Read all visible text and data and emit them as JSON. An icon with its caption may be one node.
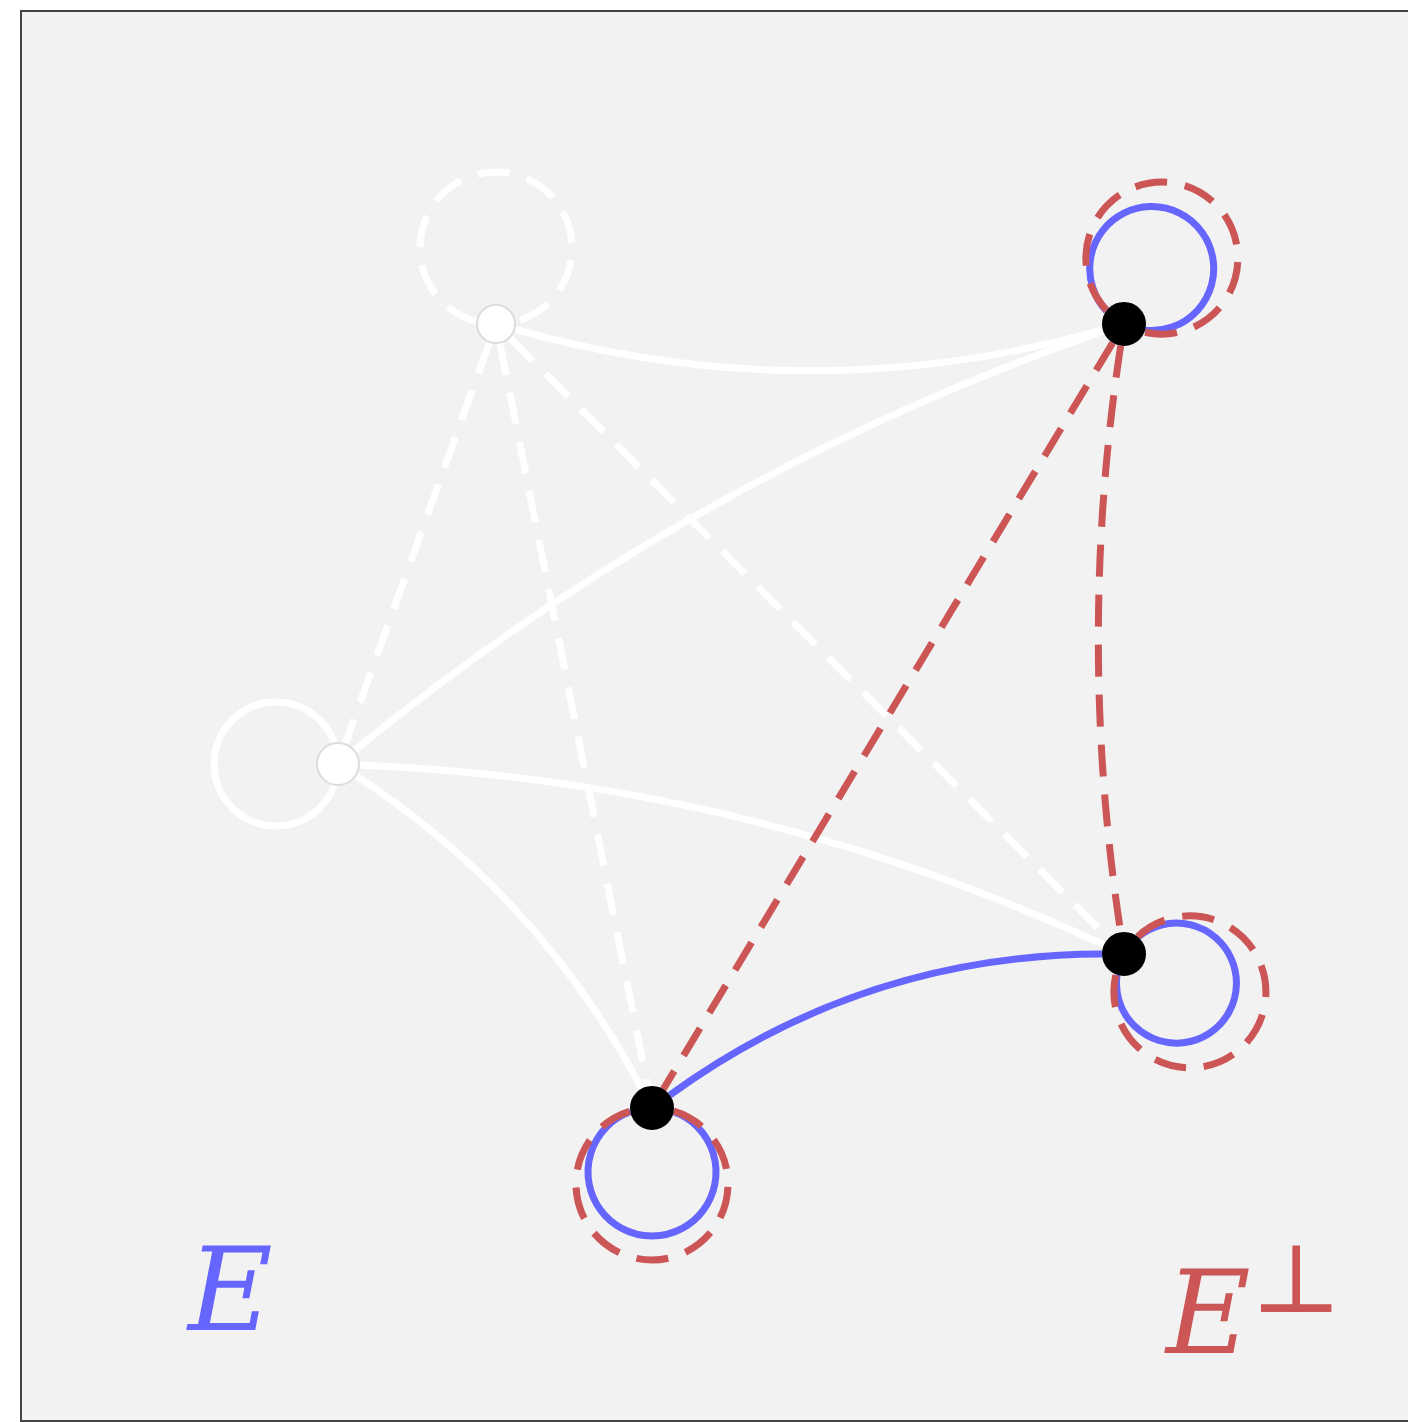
{
  "diagram": {
    "nodes": [
      {
        "text": [],
        "shape": "circle"
      },
      {
        "text": [],
        "shape": "circle"
      },
      {
        "text": [],
        "shape": "circle"
      },
      {
        "text": [],
        "shape": "circle"
      },
      {
        "text": [],
        "shape": "circle"
      }
    ],
    "edges": [
      {
        "from": 0,
        "to": 0,
        "arrow": "none",
        "style": "dashed"
      },
      {
        "from": 0,
        "to": 1,
        "arrow": "none"
      },
      {
        "from": 0,
        "to": 2,
        "arrow": "none",
        "style": "dashed"
      },
      {
        "from": 0,
        "to": 3,
        "arrow": "none",
        "style": "dashed"
      },
      {
        "from": 0,
        "to": 4,
        "arrow": "none",
        "style": "dashed"
      },
      {
        "from": 1,
        "to": 1,
        "arrow": "none",
        "color": "#6666ff"
      },
      {
        "from": 1,
        "to": 1,
        "arrow": "none",
        "style": "dashed",
        "color": "#cc5555"
      },
      {
        "from": 2,
        "to": 2,
        "arrow": "none"
      },
      {
        "from": 2,
        "to": 1,
        "arrow": "none"
      },
      {
        "from": 2,
        "to": 3,
        "arrow": "none"
      },
      {
        "from": 2,
        "to": 4,
        "arrow": "none"
      },
      {
        "from": 1,
        "to": 4,
        "arrow": "none",
        "style": "dashed",
        "color": "#cc5555"
      },
      {
        "from": 1,
        "to": 3,
        "arrow": "none",
        "style": "dashed",
        "color": "#cc5555"
      },
      {
        "from": 3,
        "to": 3,
        "arrow": "none",
        "color": "#6666ff"
      },
      {
        "from": 3,
        "to": 3,
        "arrow": "none",
        "style": "dashed",
        "color": "#cc5555"
      },
      {
        "from": 4,
        "to": 3,
        "arrow": "none",
        "color": "#6666ff"
      },
      {
        "from": 4,
        "to": 4,
        "arrow": "none",
        "color": "#6666ff"
      },
      {
        "from": 4,
        "to": 4,
        "arrow": "none",
        "style": "dashed",
        "color": "#cc5555"
      }
    ],
    "labels": [
      "E",
      "E$^{⊥}$"
    ]
  }
}
